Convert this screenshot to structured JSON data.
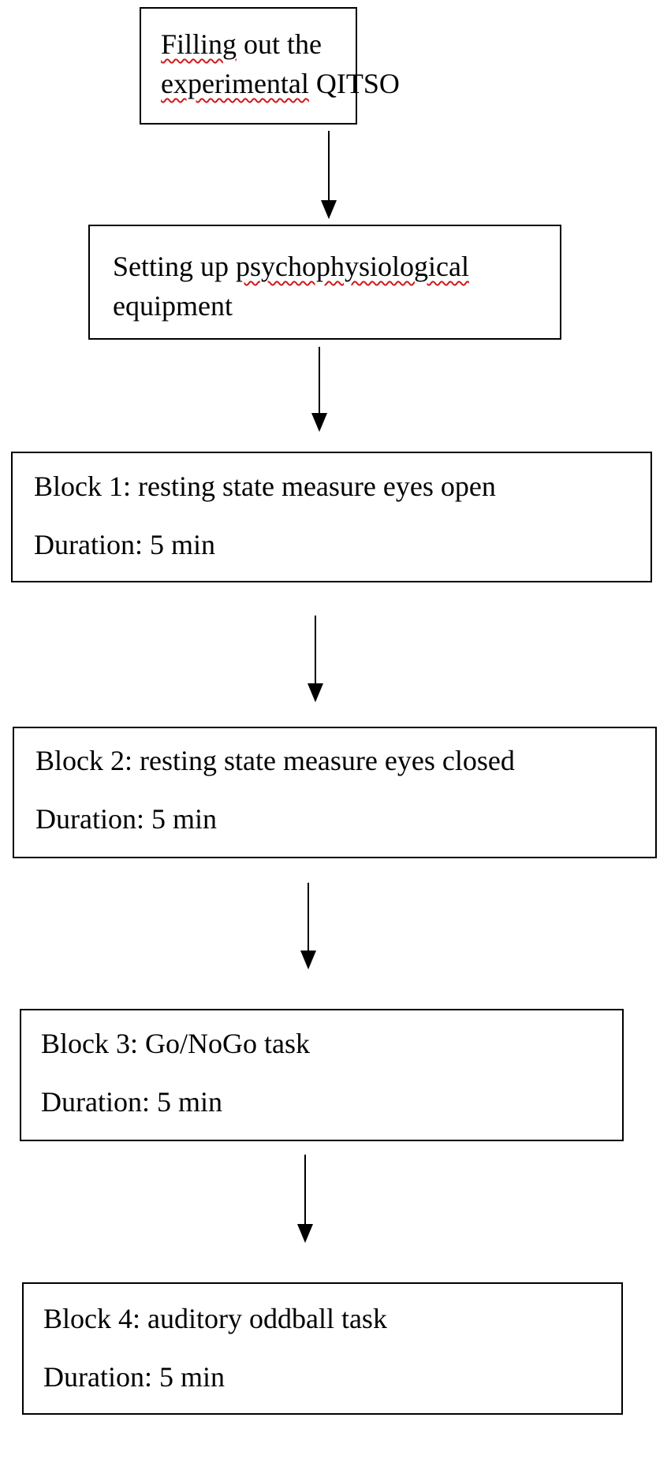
{
  "colors": {
    "line": "#000000",
    "background": "#ffffff",
    "spellcheck_underline": "#d11a1a"
  },
  "steps": [
    {
      "line1_a": "Filling",
      "line1_b": " out the",
      "line2_a": "experimental",
      "line2_b": " QITSO"
    },
    {
      "line1_a": "Setting up ",
      "line1_b": "psychophysiological",
      "line2": "equipment"
    },
    {
      "title": "Block 1: resting state measure eyes open",
      "duration": "Duration: 5 min"
    },
    {
      "title": "Block 2: resting state measure eyes closed",
      "duration": "Duration: 5 min"
    },
    {
      "title": "Block 3: Go/NoGo task",
      "duration": "Duration: 5 min"
    },
    {
      "title": "Block 4: auditory oddball task",
      "duration": "Duration: 5 min"
    }
  ]
}
